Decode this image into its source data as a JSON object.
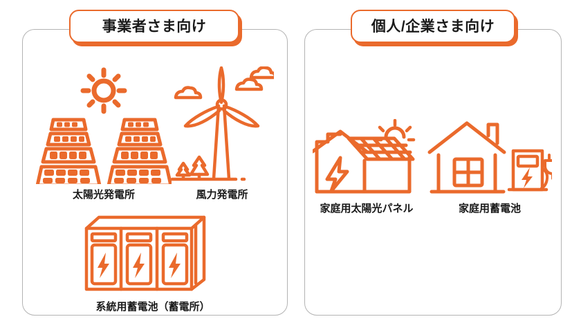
{
  "theme": {
    "accent": "#ea6a2c",
    "panel_border": "#b3b3b3",
    "text": "#1a1a1a",
    "background": "#ffffff"
  },
  "panels": [
    {
      "id": "business",
      "badge": "事業者さま向け",
      "items": [
        {
          "id": "solar-plant",
          "caption": "太陽光発電所",
          "icon": "solar-power-plant-icon"
        },
        {
          "id": "wind-plant",
          "caption": "風力発電所",
          "icon": "wind-turbine-icon"
        },
        {
          "id": "grid-battery",
          "caption": "系統用蓄電池（蓄電所）",
          "icon": "grid-battery-container-icon"
        }
      ]
    },
    {
      "id": "consumer",
      "badge": "個人/企業さま向け",
      "items": [
        {
          "id": "home-solar",
          "caption": "家庭用太陽光パネル",
          "icon": "house-with-solar-panel-icon"
        },
        {
          "id": "home-battery",
          "caption": "家庭用蓄電池",
          "icon": "house-with-charger-icon"
        }
      ]
    }
  ]
}
